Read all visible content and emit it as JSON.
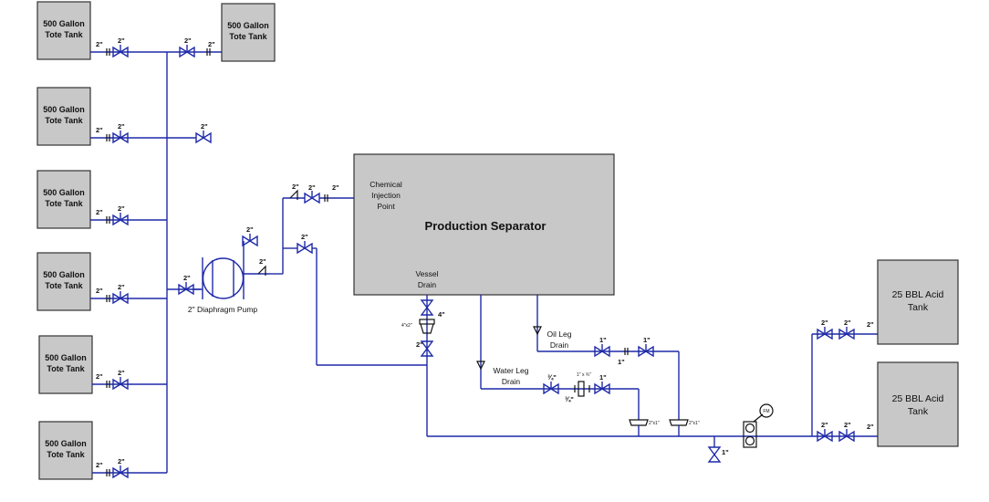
{
  "tanks": [
    {
      "line1": "500 Gallon",
      "line2": "Tote Tank"
    },
    {
      "line1": "500 Gallon",
      "line2": "Tote Tank"
    },
    {
      "line1": "500 Gallon",
      "line2": "Tote Tank"
    },
    {
      "line1": "500 Gallon",
      "line2": "Tote Tank"
    },
    {
      "line1": "500 Gallon",
      "line2": "Tote Tank"
    },
    {
      "line1": "500 Gallon",
      "line2": "Tote Tank"
    }
  ],
  "top_tank": {
    "line1": "500 Gallon",
    "line2": "Tote Tank"
  },
  "acid_tanks": [
    {
      "line1": "25 BBL Acid",
      "line2": "Tank"
    },
    {
      "line1": "25 BBL Acid",
      "line2": "Tank"
    }
  ],
  "separator": {
    "title": "Production Separator",
    "injection_line1": "Chemical",
    "injection_line2": "Injection",
    "injection_line3": "Point"
  },
  "pump": {
    "label": "2\" Diaphragm Pump"
  },
  "drains": {
    "vessel_line1": "Vessel",
    "vessel_line2": "Drain",
    "oil_line1": "Oil Leg",
    "oil_line2": "Drain",
    "water_line1": "Water Leg",
    "water_line2": "Drain"
  },
  "sizes": {
    "two_in": "2\"",
    "four_in": "4\"",
    "one_in": "1\"",
    "three_quarter": "¾\"",
    "reducer_4x2": "4\"x2\"",
    "reducer_1x34": "1\" x ¾\"",
    "reducer_2x1": "2\"x1\"",
    "flow_meter": "FM"
  }
}
